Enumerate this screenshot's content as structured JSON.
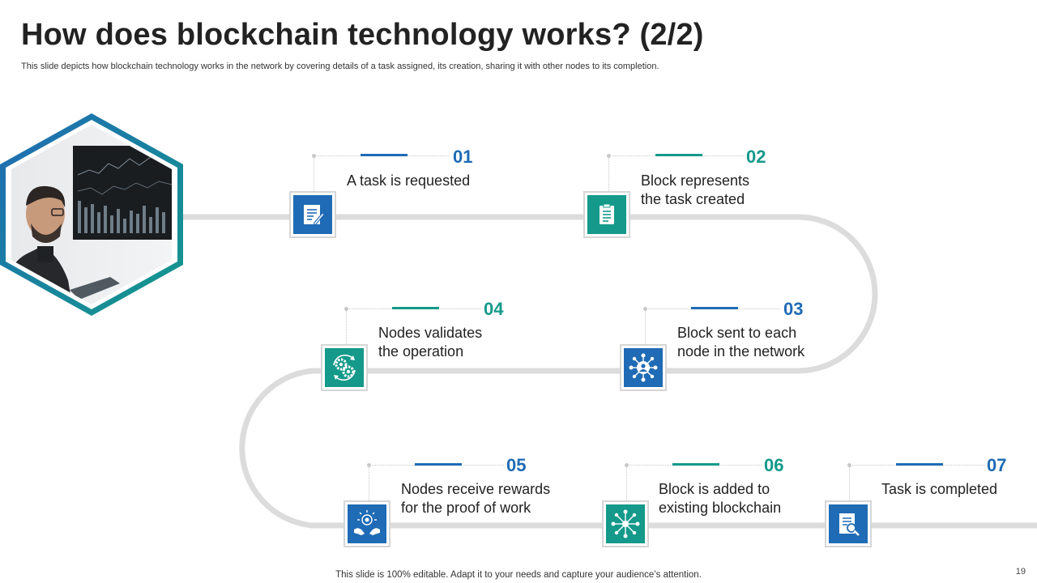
{
  "header": {
    "title": "How does blockchain technology works? (2/2)",
    "subtitle": "This slide depicts how blockchain technology works in the network by covering details of a task assigned, its creation, sharing it with other nodes to its completion."
  },
  "steps": [
    {
      "num": "01",
      "line1": "A task is requested",
      "line2": "",
      "color": "blue",
      "icon": "checklist-pen-icon"
    },
    {
      "num": "02",
      "line1": "Block represents",
      "line2": "the task created",
      "color": "teal",
      "icon": "clipboard-icon"
    },
    {
      "num": "03",
      "line1": "Block sent to each",
      "line2": "node in the network",
      "color": "blue",
      "icon": "network-nodes-icon"
    },
    {
      "num": "04",
      "line1": "Nodes validates",
      "line2": "the operation",
      "color": "teal",
      "icon": "gears-icon"
    },
    {
      "num": "05",
      "line1": "Nodes receive rewards",
      "line2": "for the proof of work",
      "color": "blue",
      "icon": "hands-reward-icon"
    },
    {
      "num": "06",
      "line1": "Block is added to",
      "line2": "existing blockchain",
      "color": "teal",
      "icon": "hub-network-icon"
    },
    {
      "num": "07",
      "line1": "Task is completed",
      "line2": "",
      "color": "blue",
      "icon": "document-search-icon"
    }
  ],
  "footer": {
    "note": "This slide is 100% editable. Adapt it to your needs and capture your audience’s attention.",
    "page": "19"
  },
  "colors": {
    "blue": "#1f6bb5",
    "teal": "#14998a",
    "track": "#dcdcdc"
  }
}
